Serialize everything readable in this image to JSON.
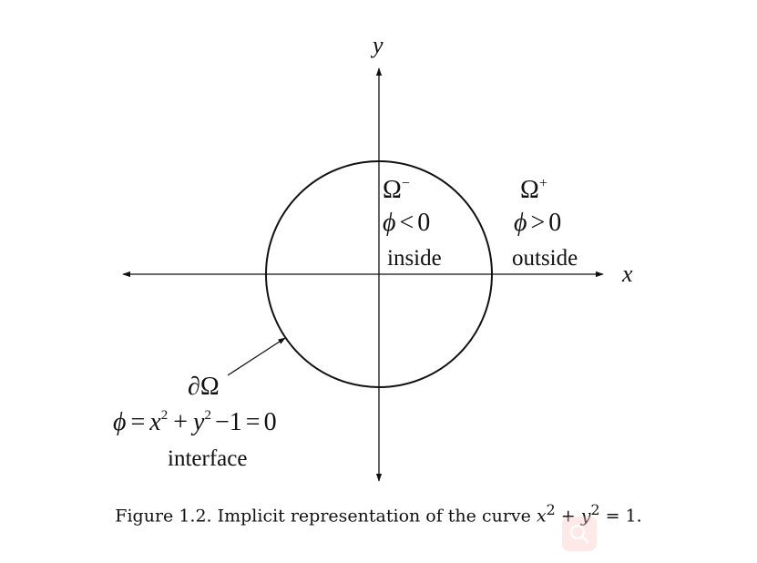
{
  "diagram": {
    "axis_x_label": "x",
    "axis_y_label": "y",
    "inside_region": {
      "symbol": "Ω",
      "superscript": "−",
      "condition_phi": "ϕ",
      "condition_rel": "<",
      "condition_val": "0",
      "label": "inside"
    },
    "outside_region": {
      "symbol": "Ω",
      "superscript": "+",
      "condition_phi": "ϕ",
      "condition_rel": ">",
      "condition_val": "0",
      "label": "outside"
    },
    "interface": {
      "symbol": "∂Ω",
      "eq_phi": "ϕ",
      "eq_eq1": "=",
      "eq_x": "x",
      "eq_x_exp": "2",
      "eq_plus": "+",
      "eq_y": "y",
      "eq_y_exp": "2",
      "eq_minus_one": "−1",
      "eq_eq2": "=",
      "eq_zero": "0",
      "label": "interface"
    },
    "colors": {
      "ink": "#111111",
      "background": "#ffffff",
      "search_overlay": "#ffbebe"
    }
  },
  "caption": {
    "prefix": "Figure 1.2. Implicit representation of the curve ",
    "x": "x",
    "x_exp": "2",
    "plus": " + ",
    "y": "y",
    "y_exp": "2",
    "suffix": " = 1."
  },
  "overlay": {
    "icon": "search-icon"
  }
}
